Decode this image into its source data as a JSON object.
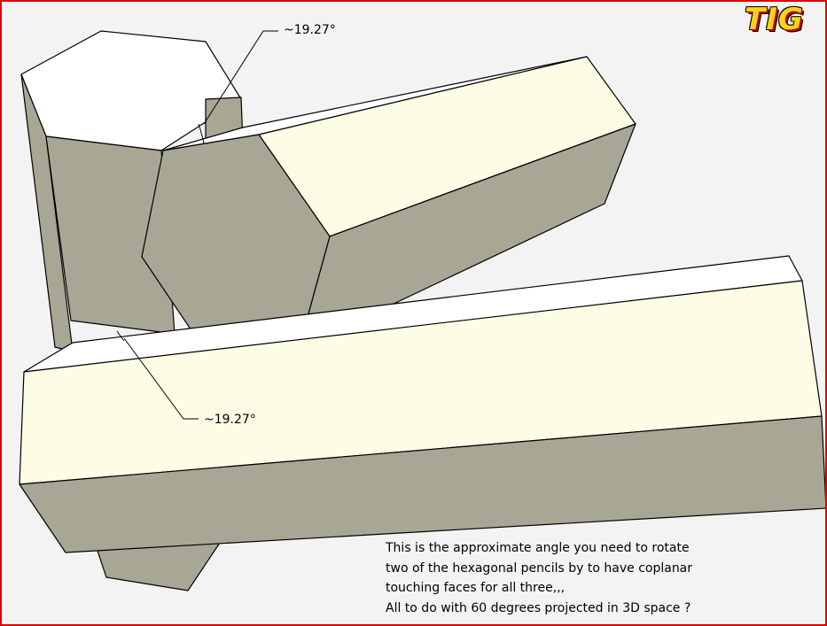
{
  "logo": "TIG",
  "annotations": {
    "top_angle": "~19.27°",
    "bottom_angle": "~19.27°"
  },
  "caption": {
    "line1": "This is the approximate angle you need to rotate",
    "line2": "two of the hexagonal pencils by to have coplanar",
    "line3": "touching faces for all three,,,",
    "line4": "All to do with 60 degrees projected in 3D space ?"
  },
  "colors": {
    "frame": "#e00000",
    "background": "#f3f3f3",
    "face_light": "#fdfde6",
    "face_shadow": "#a8a795",
    "face_white": "#ffffff",
    "edge": "#000000"
  }
}
